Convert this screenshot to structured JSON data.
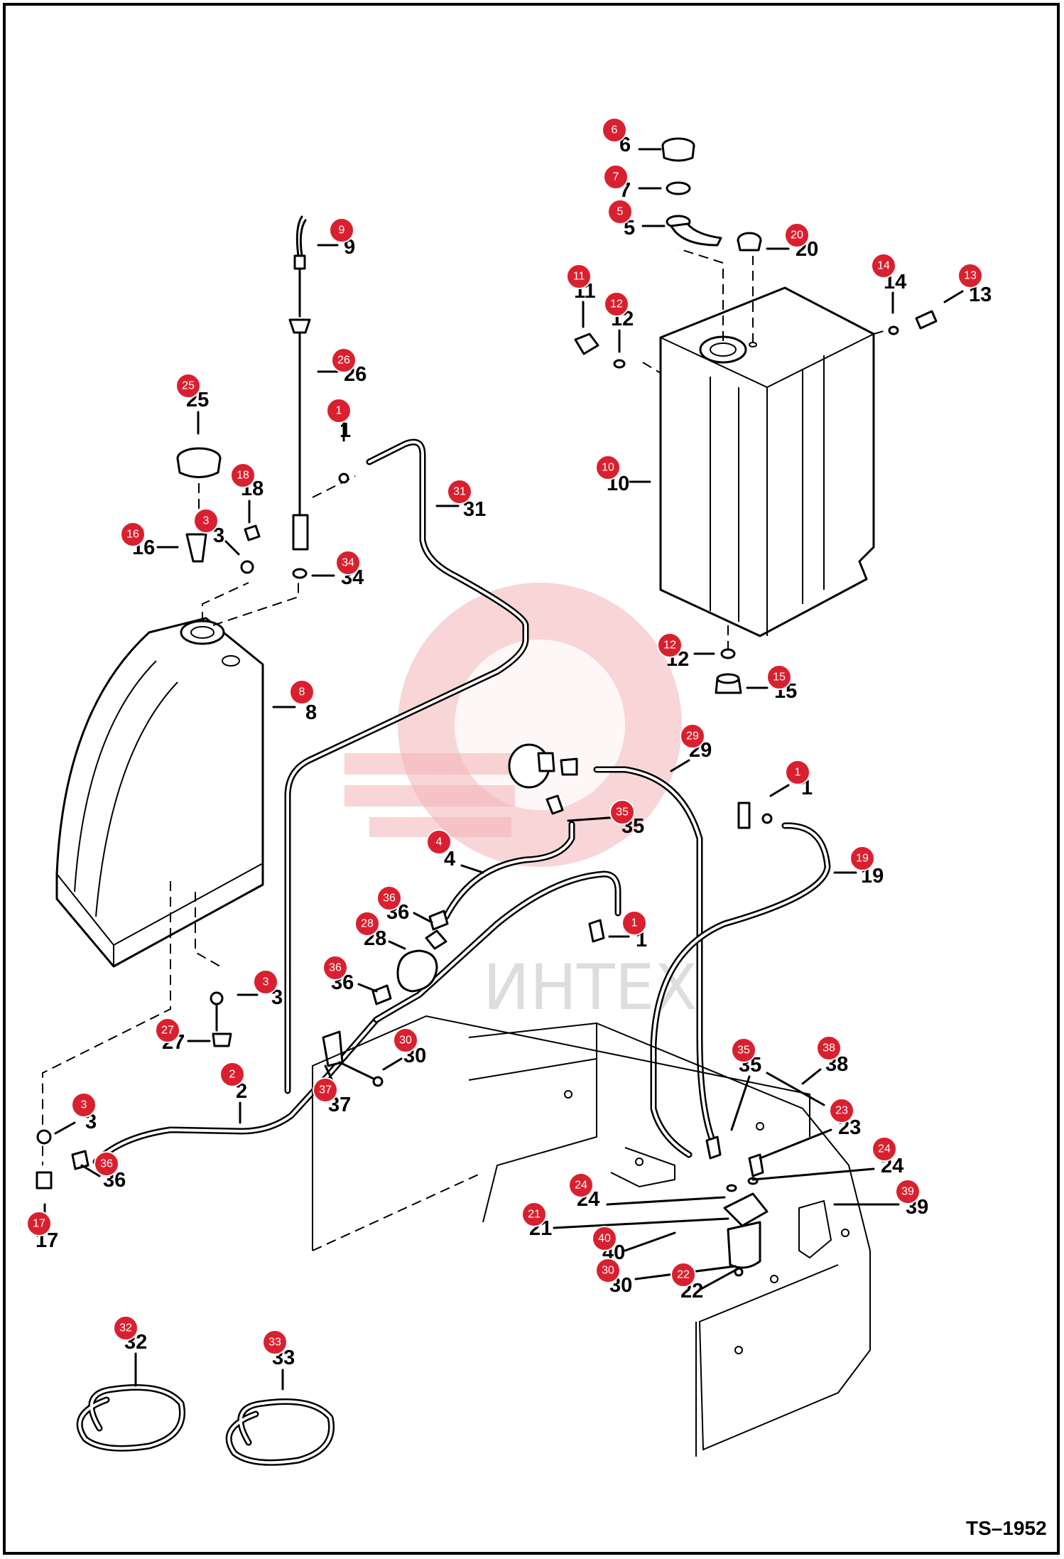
{
  "drawing_code": "TS–1952",
  "watermark_text": "ИНТЕХ",
  "callouts": [
    {
      "id": "c6",
      "text": "6",
      "badge": [
        865,
        183
      ],
      "label": [
        872,
        213
      ],
      "leader": [
        [
          900,
          210
        ],
        [
          930,
          210
        ]
      ]
    },
    {
      "id": "c7",
      "text": "7",
      "badge": [
        867,
        249
      ],
      "label": [
        872,
        277
      ],
      "leader": [
        [
          900,
          265
        ],
        [
          930,
          265
        ]
      ]
    },
    {
      "id": "c5",
      "text": "5",
      "badge": [
        873,
        298
      ],
      "label": [
        878,
        330
      ],
      "leader": [
        [
          905,
          318
        ],
        [
          935,
          318
        ]
      ]
    },
    {
      "id": "c20",
      "text": "20",
      "badge": [
        1122,
        331
      ],
      "label": [
        1120,
        360
      ],
      "leader": [
        [
          1080,
          350
        ],
        [
          1110,
          350
        ]
      ]
    },
    {
      "id": "c9",
      "text": "9",
      "badge": [
        481,
        324
      ],
      "label": [
        484,
        357
      ],
      "leader": [
        [
          448,
          345
        ],
        [
          475,
          345
        ]
      ]
    },
    {
      "id": "c11",
      "text": "11",
      "badge": [
        815,
        389
      ],
      "label": [
        808,
        419
      ],
      "leader": [
        [
          821,
          425
        ],
        [
          821,
          460
        ]
      ]
    },
    {
      "id": "c12a",
      "text": "12",
      "badge": [
        868,
        428
      ],
      "label": [
        860,
        458
      ],
      "leader": [
        [
          872,
          465
        ],
        [
          872,
          495
        ]
      ]
    },
    {
      "id": "c14",
      "text": "14",
      "badge": [
        1244,
        374
      ],
      "label": [
        1244,
        406
      ],
      "leader": [
        [
          1257,
          412
        ],
        [
          1257,
          440
        ]
      ]
    },
    {
      "id": "c13",
      "text": "13",
      "badge": [
        1366,
        388
      ],
      "label": [
        1364,
        424
      ],
      "leader": [
        [
          1330,
          425
        ],
        [
          1355,
          410
        ]
      ]
    },
    {
      "id": "c26",
      "text": "26",
      "badge": [
        484,
        507
      ],
      "label": [
        484,
        536
      ],
      "leader": [
        [
          448,
          523
        ],
        [
          475,
          523
        ]
      ]
    },
    {
      "id": "c25",
      "text": "25",
      "badge": [
        265,
        543
      ],
      "label": [
        262,
        572
      ],
      "leader": [
        [
          279,
          580
        ],
        [
          279,
          610
        ]
      ]
    },
    {
      "id": "c1a",
      "text": "1",
      "badge": [
        477,
        578
      ],
      "label": [
        478,
        615
      ],
      "leader": [
        [
          484,
          595
        ],
        [
          484,
          620
        ]
      ]
    },
    {
      "id": "c10",
      "text": "10",
      "badge": [
        856,
        658
      ],
      "label": [
        854,
        690
      ],
      "leader": [
        [
          887,
          678
        ],
        [
          915,
          678
        ]
      ]
    },
    {
      "id": "c31",
      "text": "31",
      "badge": [
        647,
        692
      ],
      "label": [
        652,
        726
      ],
      "leader": [
        [
          615,
          712
        ],
        [
          645,
          712
        ]
      ]
    },
    {
      "id": "c18",
      "text": "18",
      "badge": [
        342,
        669
      ],
      "label": [
        339,
        697
      ],
      "leader": [
        [
          351,
          705
        ],
        [
          351,
          735
        ]
      ]
    },
    {
      "id": "c3a",
      "text": "3",
      "badge": [
        290,
        733
      ],
      "label": [
        300,
        763
      ],
      "leader": [
        [
          318,
          762
        ],
        [
          336,
          780
        ]
      ]
    },
    {
      "id": "c16",
      "text": "16",
      "badge": [
        187,
        752
      ],
      "label": [
        186,
        780
      ],
      "leader": [
        [
          222,
          770
        ],
        [
          250,
          770
        ]
      ]
    },
    {
      "id": "c34",
      "text": "34",
      "badge": [
        490,
        792
      ],
      "label": [
        480,
        822
      ],
      "leader": [
        [
          440,
          810
        ],
        [
          470,
          810
        ]
      ]
    },
    {
      "id": "c12b",
      "text": "12",
      "badge": [
        943,
        908
      ],
      "label": [
        938,
        937
      ],
      "leader": [
        [
          978,
          920
        ],
        [
          1005,
          920
        ]
      ]
    },
    {
      "id": "c15",
      "text": "15",
      "badge": [
        1097,
        953
      ],
      "label": [
        1090,
        982
      ],
      "leader": [
        [
          1052,
          968
        ],
        [
          1080,
          968
        ]
      ]
    },
    {
      "id": "c8",
      "text": "8",
      "badge": [
        425,
        974
      ],
      "label": [
        430,
        1012
      ],
      "leader": [
        [
          385,
          995
        ],
        [
          415,
          995
        ]
      ]
    },
    {
      "id": "c29",
      "text": "29",
      "badge": [
        975,
        1036
      ],
      "label": [
        970,
        1065
      ],
      "leader": [
        [
          945,
          1085
        ],
        [
          970,
          1070
        ]
      ]
    },
    {
      "id": "c1b",
      "text": "1",
      "badge": [
        1123,
        1087
      ],
      "label": [
        1128,
        1118
      ],
      "leader": [
        [
          1085,
          1120
        ],
        [
          1110,
          1105
        ]
      ]
    },
    {
      "id": "c35a",
      "text": "35",
      "badge": [
        876,
        1143
      ],
      "label": [
        875,
        1172
      ],
      "leader": [
        [
          800,
          1155
        ],
        [
          870,
          1150
        ]
      ]
    },
    {
      "id": "c4",
      "text": "4",
      "badge": [
        618,
        1185
      ],
      "label": [
        625,
        1218
      ],
      "leader": [
        [
          650,
          1218
        ],
        [
          680,
          1228
        ]
      ]
    },
    {
      "id": "c19",
      "text": "19",
      "badge": [
        1214,
        1208
      ],
      "label": [
        1212,
        1242
      ],
      "leader": [
        [
          1175,
          1228
        ],
        [
          1205,
          1228
        ]
      ]
    },
    {
      "id": "c36a",
      "text": "36",
      "badge": [
        548,
        1264
      ],
      "label": [
        544,
        1293
      ],
      "leader": [
        [
          583,
          1285
        ],
        [
          608,
          1298
        ]
      ]
    },
    {
      "id": "c1c",
      "text": "1",
      "badge": [
        893,
        1299
      ],
      "label": [
        895,
        1332
      ],
      "leader": [
        [
          858,
          1318
        ],
        [
          885,
          1318
        ]
      ]
    },
    {
      "id": "c28",
      "text": "28",
      "badge": [
        517,
        1300
      ],
      "label": [
        512,
        1330
      ],
      "leader": [
        [
          548,
          1325
        ],
        [
          570,
          1335
        ]
      ]
    },
    {
      "id": "c36b",
      "text": "36",
      "badge": [
        472,
        1362
      ],
      "label": [
        466,
        1392
      ],
      "leader": [
        [
          505,
          1385
        ],
        [
          530,
          1395
        ]
      ]
    },
    {
      "id": "c3b",
      "text": "3",
      "badge": [
        374,
        1382
      ],
      "label": [
        382,
        1413
      ],
      "leader": [
        [
          335,
          1400
        ],
        [
          362,
          1400
        ]
      ]
    },
    {
      "id": "c27",
      "text": "27",
      "badge": [
        236,
        1450
      ],
      "label": [
        228,
        1476
      ],
      "leader": [
        [
          265,
          1465
        ],
        [
          295,
          1465
        ]
      ]
    },
    {
      "id": "c30a",
      "text": "30",
      "badge": [
        571,
        1464
      ],
      "label": [
        568,
        1495
      ],
      "leader": [
        [
          540,
          1505
        ],
        [
          565,
          1490
        ]
      ]
    },
    {
      "id": "c35b",
      "text": "35",
      "badge": [
        1047,
        1478
      ],
      "label": [
        1040,
        1508
      ],
      "leader": [
        [
          1055,
          1515
        ],
        [
          1030,
          1590
        ]
      ]
    },
    {
      "id": "c38",
      "text": "38",
      "badge": [
        1167,
        1475
      ],
      "label": [
        1162,
        1507
      ],
      "leader": [
        [
          1130,
          1525
        ],
        [
          1155,
          1505
        ]
      ]
    },
    {
      "id": "c2",
      "text": "2",
      "badge": [
        327,
        1512
      ],
      "label": [
        332,
        1545
      ],
      "leader": [
        [
          338,
          1552
        ],
        [
          338,
          1580
        ]
      ]
    },
    {
      "id": "c37",
      "text": "37",
      "badge": [
        458,
        1534
      ],
      "label": [
        462,
        1564
      ],
      "leader": [
        [
          458,
          1500
        ],
        [
          470,
          1525
        ]
      ]
    },
    {
      "id": "c3c",
      "text": "3",
      "badge": [
        118,
        1555
      ],
      "label": [
        120,
        1588
      ],
      "leader": [
        [
          78,
          1595
        ],
        [
          105,
          1580
        ]
      ]
    },
    {
      "id": "c23",
      "text": "23",
      "badge": [
        1185,
        1563
      ],
      "label": [
        1180,
        1596
      ],
      "leader": [
        [
          1070,
          1630
        ],
        [
          1170,
          1590
        ]
      ]
    },
    {
      "id": "c24a",
      "text": "24",
      "badge": [
        1245,
        1617
      ],
      "label": [
        1240,
        1650
      ],
      "leader": [
        [
          1060,
          1660
        ],
        [
          1230,
          1645
        ]
      ]
    },
    {
      "id": "c36c",
      "text": "36",
      "badge": [
        150,
        1638
      ],
      "label": [
        145,
        1670
      ],
      "leader": [
        [
          115,
          1640
        ],
        [
          140,
          1655
        ]
      ]
    },
    {
      "id": "c24b",
      "text": "24",
      "badge": [
        818,
        1668
      ],
      "label": [
        812,
        1697
      ],
      "leader": [
        [
          855,
          1695
        ],
        [
          1020,
          1685
        ]
      ]
    },
    {
      "id": "c39",
      "text": "39",
      "badge": [
        1278,
        1677
      ],
      "label": [
        1275,
        1708
      ],
      "leader": [
        [
          1175,
          1695
        ],
        [
          1265,
          1695
        ]
      ]
    },
    {
      "id": "c21",
      "text": "21",
      "badge": [
        752,
        1709
      ],
      "label": [
        745,
        1738
      ],
      "leader": [
        [
          780,
          1728
        ],
        [
          1025,
          1715
        ]
      ]
    },
    {
      "id": "c40",
      "text": "40",
      "badge": [
        851,
        1743
      ],
      "label": [
        848,
        1772
      ],
      "leader": [
        [
          880,
          1760
        ],
        [
          950,
          1735
        ]
      ]
    },
    {
      "id": "c17",
      "text": "17",
      "badge": [
        55,
        1722
      ],
      "label": [
        50,
        1755
      ],
      "leader": [
        [
          63,
          1695
        ],
        [
          63,
          1715
        ]
      ]
    },
    {
      "id": "c30b",
      "text": "30",
      "badge": [
        856,
        1788
      ],
      "label": [
        858,
        1818
      ],
      "leader": [
        [
          895,
          1800
        ],
        [
          1035,
          1782
        ]
      ]
    },
    {
      "id": "c22",
      "text": "22",
      "badge": [
        962,
        1794
      ],
      "label": [
        958,
        1826
      ],
      "leader": [
        [
          985,
          1815
        ],
        [
          1040,
          1785
        ]
      ]
    },
    {
      "id": "c32",
      "text": "32",
      "badge": [
        177,
        1869
      ],
      "label": [
        175,
        1898
      ],
      "leader": [
        [
          191,
          1905
        ],
        [
          191,
          1950
        ]
      ]
    },
    {
      "id": "c33",
      "text": "33",
      "badge": [
        387,
        1889
      ],
      "label": [
        383,
        1920
      ],
      "leader": [
        [
          398,
          1928
        ],
        [
          398,
          1955
        ]
      ]
    }
  ]
}
